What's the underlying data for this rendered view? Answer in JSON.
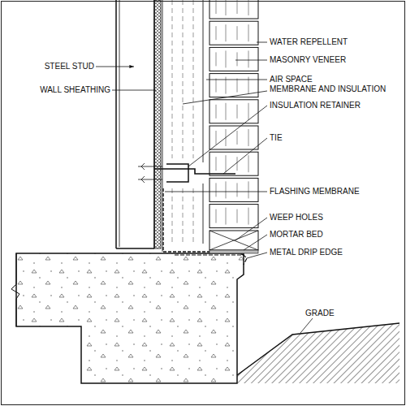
{
  "diagram": {
    "labels": [
      "WATER REPELLENT",
      "MASONRY VENEER",
      "AIR SPACE",
      "MEMBRANE AND INSULATION",
      "INSULATION RETAINER",
      "TIE",
      "FLASHING MEMBRANE",
      "WEEP HOLES",
      "MORTAR BED",
      "METAL DRIP EDGE",
      "GRADE",
      "STEEL STUD",
      "WALL SHEATHING"
    ]
  }
}
